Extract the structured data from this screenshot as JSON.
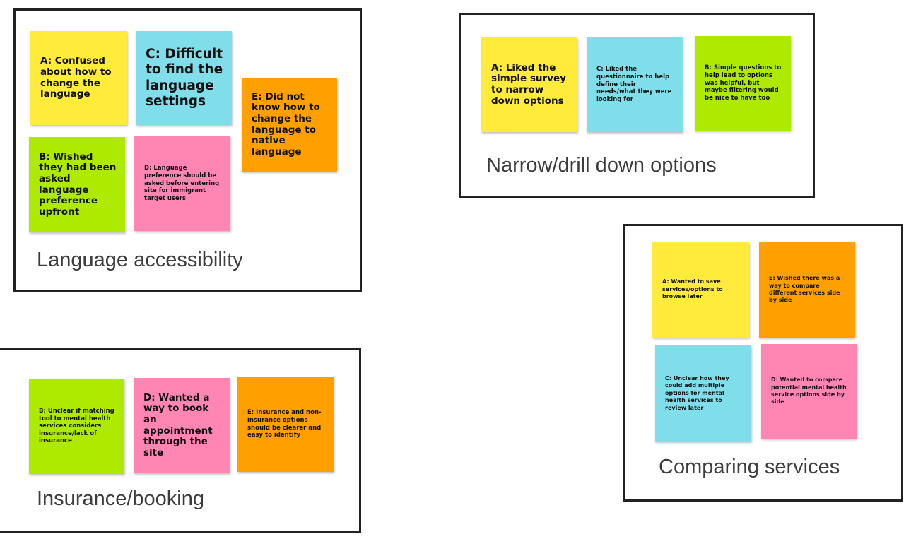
{
  "groups": {
    "language": {
      "title": "Language accessibility",
      "notes": {
        "a": "A: Confused about how to change the language",
        "c": "C: Difficult to find the language settings",
        "e": "E: Did not know how to change the language to native language",
        "b": "B: Wished they had been asked language preference upfront",
        "d": "D: Language preference should be asked before entering site for immigrant target users"
      }
    },
    "narrow": {
      "title": "Narrow/drill down options",
      "notes": {
        "a": "A: Liked the simple survey to narrow down options",
        "c": "C: Liked the questionnaire to help define their needs/what they were looking for",
        "b": "B: Simple questions to help lead to options was helpful, but maybe filtering would be nice to have too"
      }
    },
    "comparing": {
      "title": "Comparing services",
      "notes": {
        "a": "A: Wanted to save services/options to browse later",
        "e": "E: Wished there was a way to compare different services side by side",
        "c": "C: Unclear how they could add multiple options for mental health services to review later",
        "d": "D: Wanted to compare potential mental health service options side by side"
      }
    },
    "insurance": {
      "title": "Insurance/booking",
      "notes": {
        "b": "B: Unclear if matching tool to mental health services considers insurance/lack of insurance",
        "d": "D: Wanted a way to book an appointment through the site",
        "e": "E: Insurance and non-insurance options should be clearer and easy to identify"
      }
    }
  },
  "colors": {
    "yellow": "#ffeb3b",
    "blue": "#80deea",
    "orange": "#ff9f00",
    "green": "#aeea00",
    "pink": "#ff86b3",
    "border": "#222222"
  }
}
